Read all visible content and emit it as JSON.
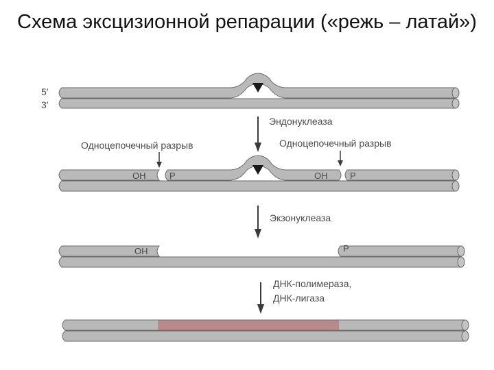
{
  "title": "Схема эксцизионной репарации («режь – латай»)",
  "strand_labels": {
    "top": "5′",
    "bottom": "3′"
  },
  "steps": {
    "endonuclease": "Эндонуклеаза",
    "nick_left": "Одноцепочечный разрыв",
    "nick_right": "Одноцепочечный разрыв",
    "exonuclease": "Экзонуклеаза",
    "polymerase": "ДНК-полимераза,",
    "ligase": "ДНК-лигаза"
  },
  "end_labels": {
    "oh": "ОН",
    "p": "Р"
  },
  "colors": {
    "strand_fill": "#b9b9b9",
    "strand_stroke": "#6a6a6a",
    "repaired_patch": "#b98a8c",
    "lesion": "#1a1a1a",
    "arrow": "#3a3a3a"
  }
}
